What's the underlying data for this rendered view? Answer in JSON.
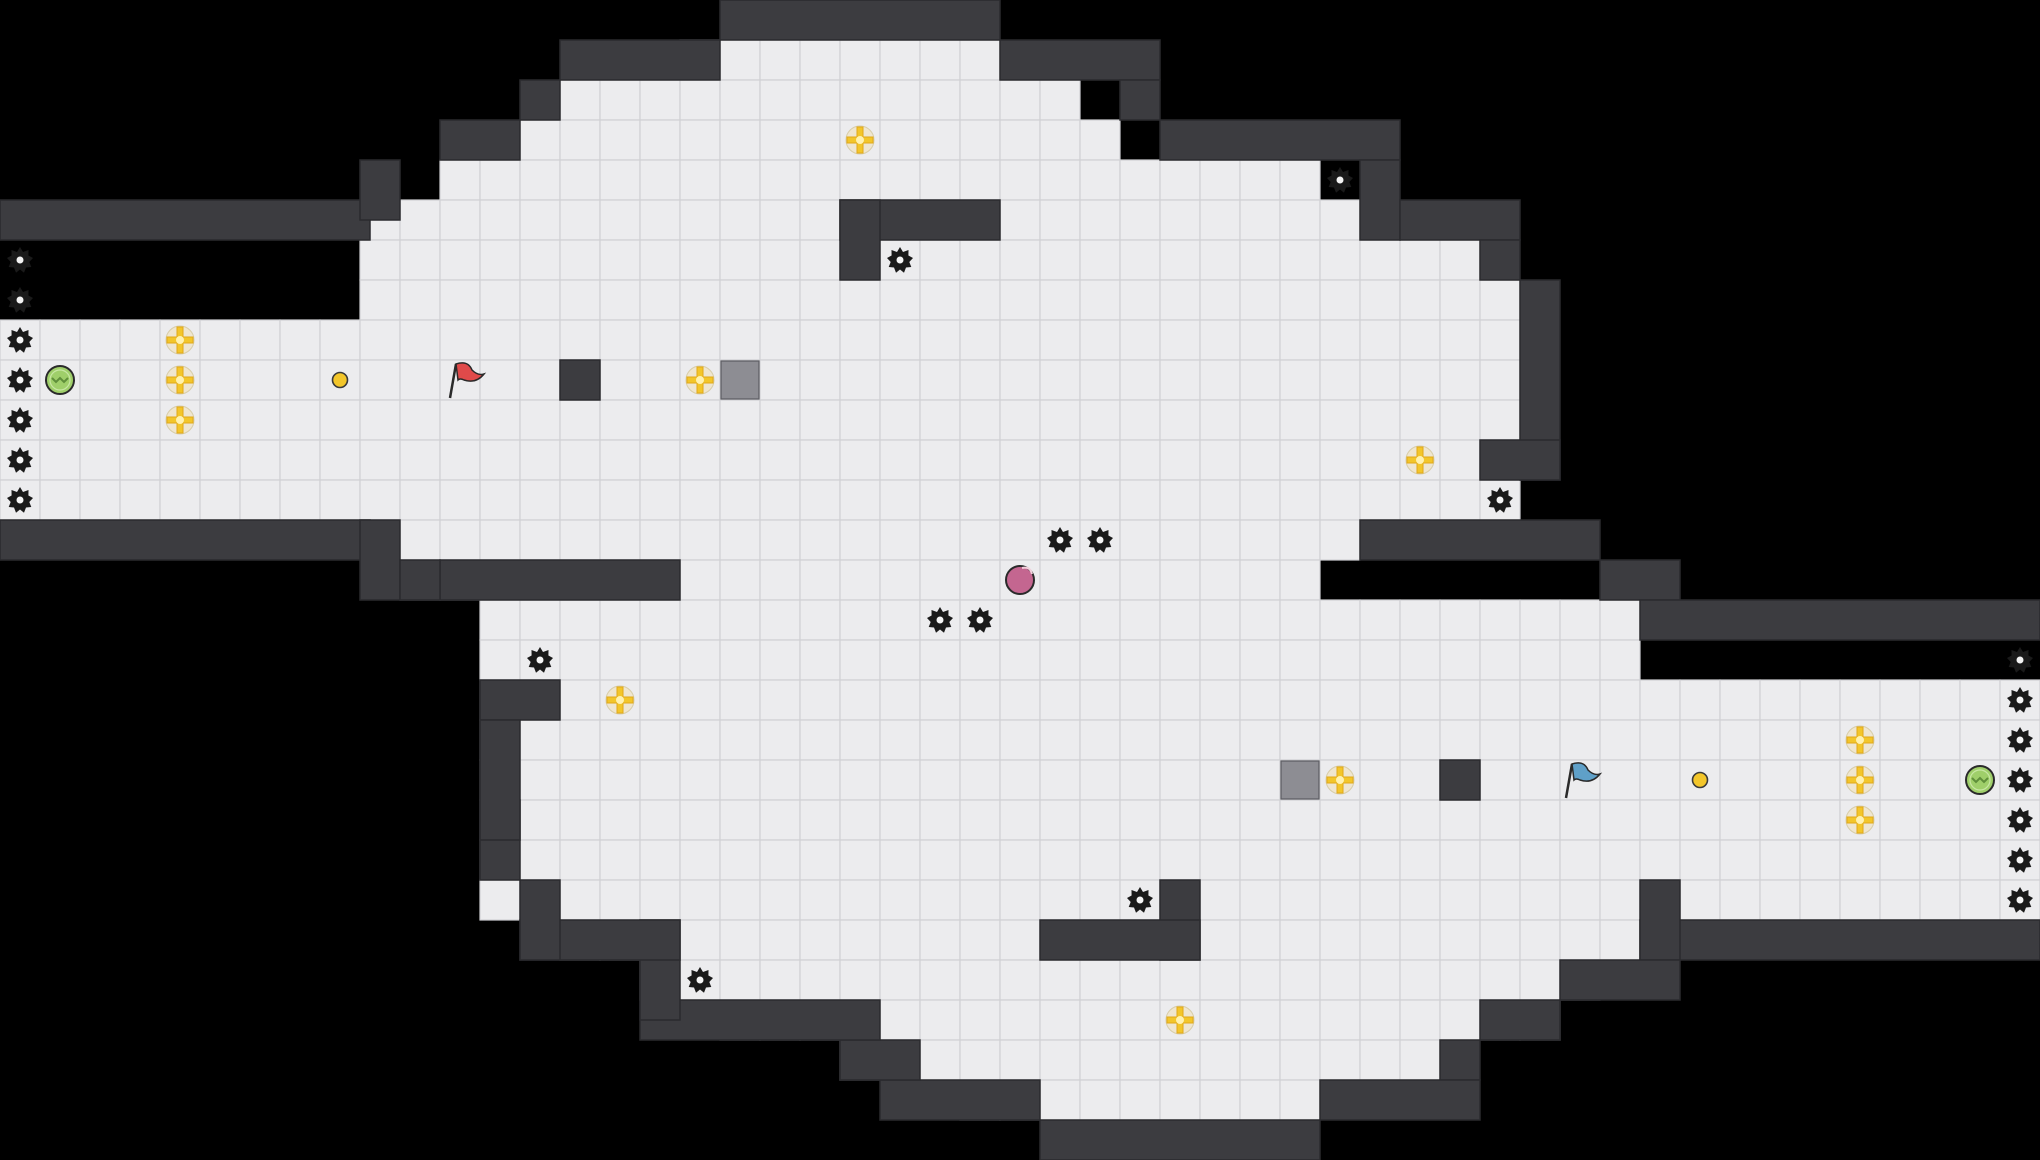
{
  "colors": {
    "background": "#000000",
    "floor": "#ececee",
    "grid_line": "#d0d0d4",
    "wall": "#3c3c40",
    "red_flag": "#e04a4a",
    "blue_flag": "#5fa0c8",
    "coin": "#f3c62a",
    "powerup": "#f3c62a",
    "spike": "#1a1a1a",
    "player_ball": "#c46690",
    "portal": "#9fcf6a"
  },
  "icons": {
    "spike": "spike-icon",
    "powerup": "powerup-icon",
    "coin": "coin-icon",
    "portal": "portal-icon",
    "flag_red": "red-flag-icon",
    "flag_blue": "blue-flag-icon",
    "ball": "player-ball-icon",
    "grate": "grate-icon",
    "block": "wall-block-icon"
  },
  "objects": {
    "red_flag": {
      "team": "red"
    },
    "blue_flag": {
      "team": "blue"
    },
    "player_ball": {
      "team": "red"
    },
    "portals": [
      "left-gate",
      "right-gate"
    ],
    "coins": [
      "left-base-coin",
      "right-base-coin"
    ]
  }
}
